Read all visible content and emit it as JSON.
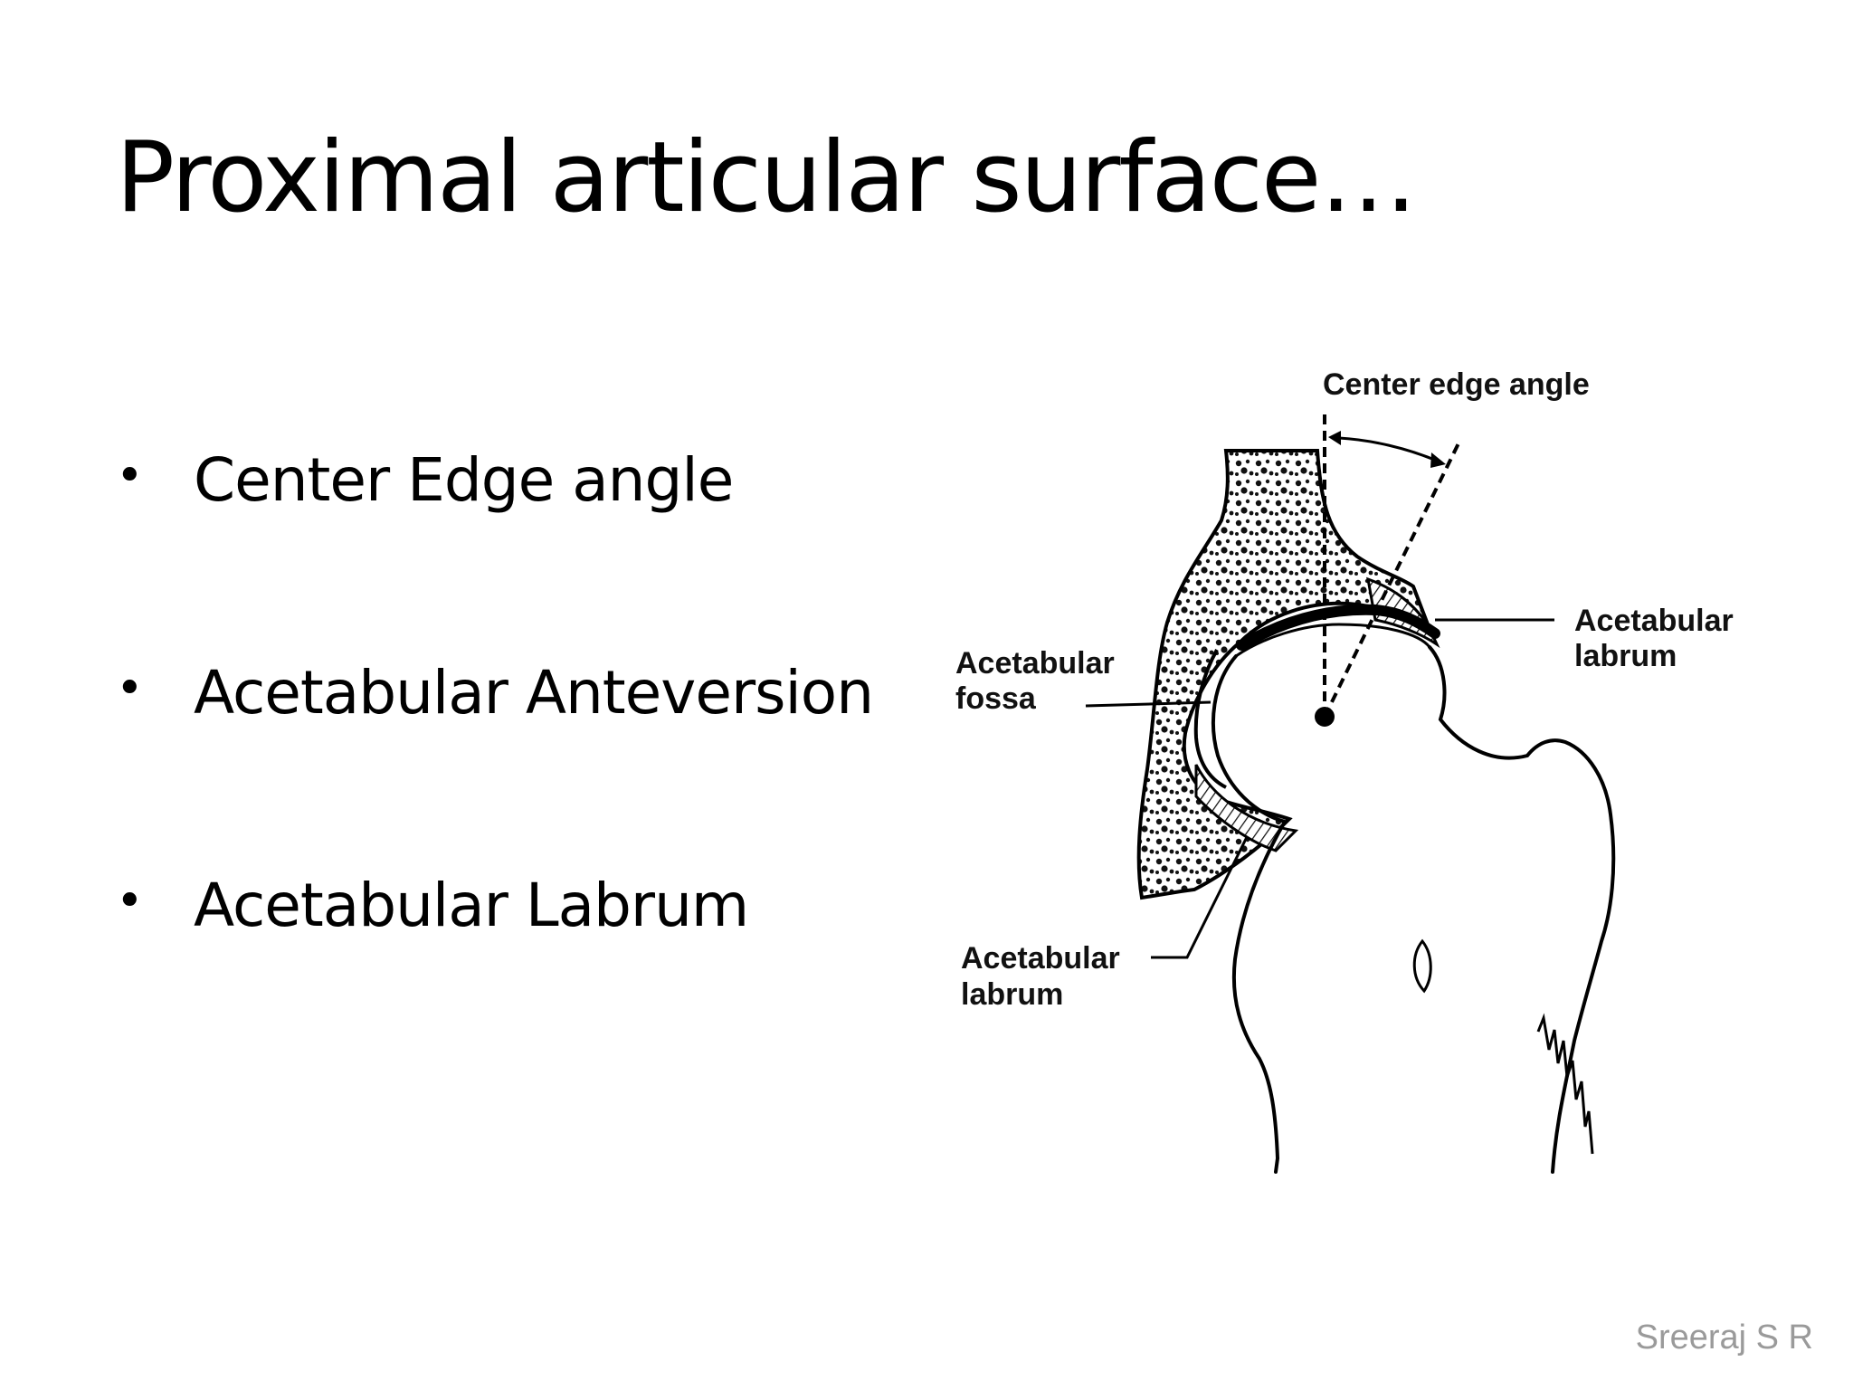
{
  "slide": {
    "title": "Proximal articular surface…",
    "bullets": [
      "Center Edge angle",
      "Acetabular Anteversion",
      "Acetabular Labrum"
    ],
    "bullet_glyph": "•",
    "attribution": "Sreeraj S R"
  },
  "diagram": {
    "labels": {
      "center_edge_angle": "Center edge angle",
      "acetabular_labrum_right_line1": "Acetabular",
      "acetabular_labrum_right_line2": "labrum",
      "acetabular_fossa_line1": "Acetabular",
      "acetabular_fossa_line2": "fossa",
      "acetabular_labrum_bottom_line1": "Acetabular",
      "acetabular_labrum_bottom_line2": "labrum"
    }
  }
}
